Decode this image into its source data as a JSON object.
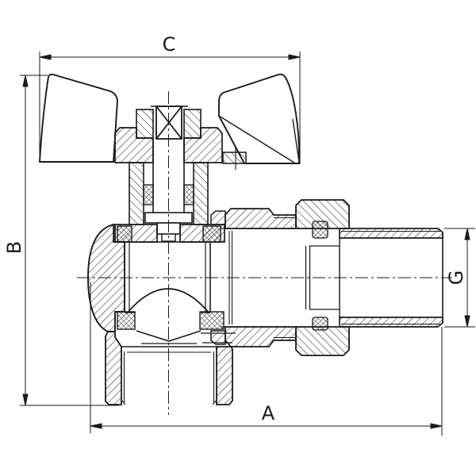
{
  "dimensions": {
    "c": "C",
    "b": "B",
    "a": "A",
    "g": "G"
  },
  "colors": {
    "line": "#1a1a1a",
    "background": "#ffffff"
  }
}
